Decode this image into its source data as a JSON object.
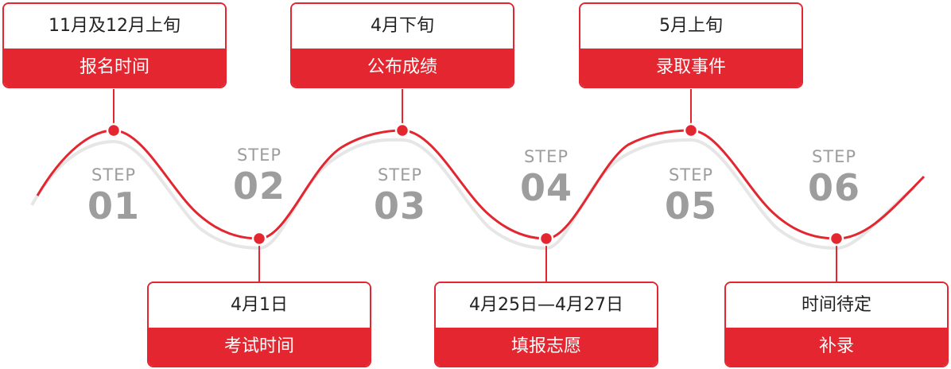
{
  "colors": {
    "accent": "#e3262f",
    "step_text": "#9d9d9d",
    "shadow": "#e6e6e6"
  },
  "steps": [
    {
      "label": "STEP",
      "number": "01",
      "date": "11月及12月上旬",
      "title": "报名时间",
      "position": "top"
    },
    {
      "label": "STEP",
      "number": "02",
      "date": "4月1日",
      "title": "考试时间",
      "position": "bottom"
    },
    {
      "label": "STEP",
      "number": "03",
      "date": "4月下旬",
      "title": "公布成绩",
      "position": "top"
    },
    {
      "label": "STEP",
      "number": "04",
      "date": "4月25日—4月27日",
      "title": "填报志愿",
      "position": "bottom"
    },
    {
      "label": "STEP",
      "number": "05",
      "date": "5月上旬",
      "title": "录取事件",
      "position": "top"
    },
    {
      "label": "STEP",
      "number": "06",
      "date": "时间待定",
      "title": "补录",
      "position": "bottom"
    }
  ]
}
